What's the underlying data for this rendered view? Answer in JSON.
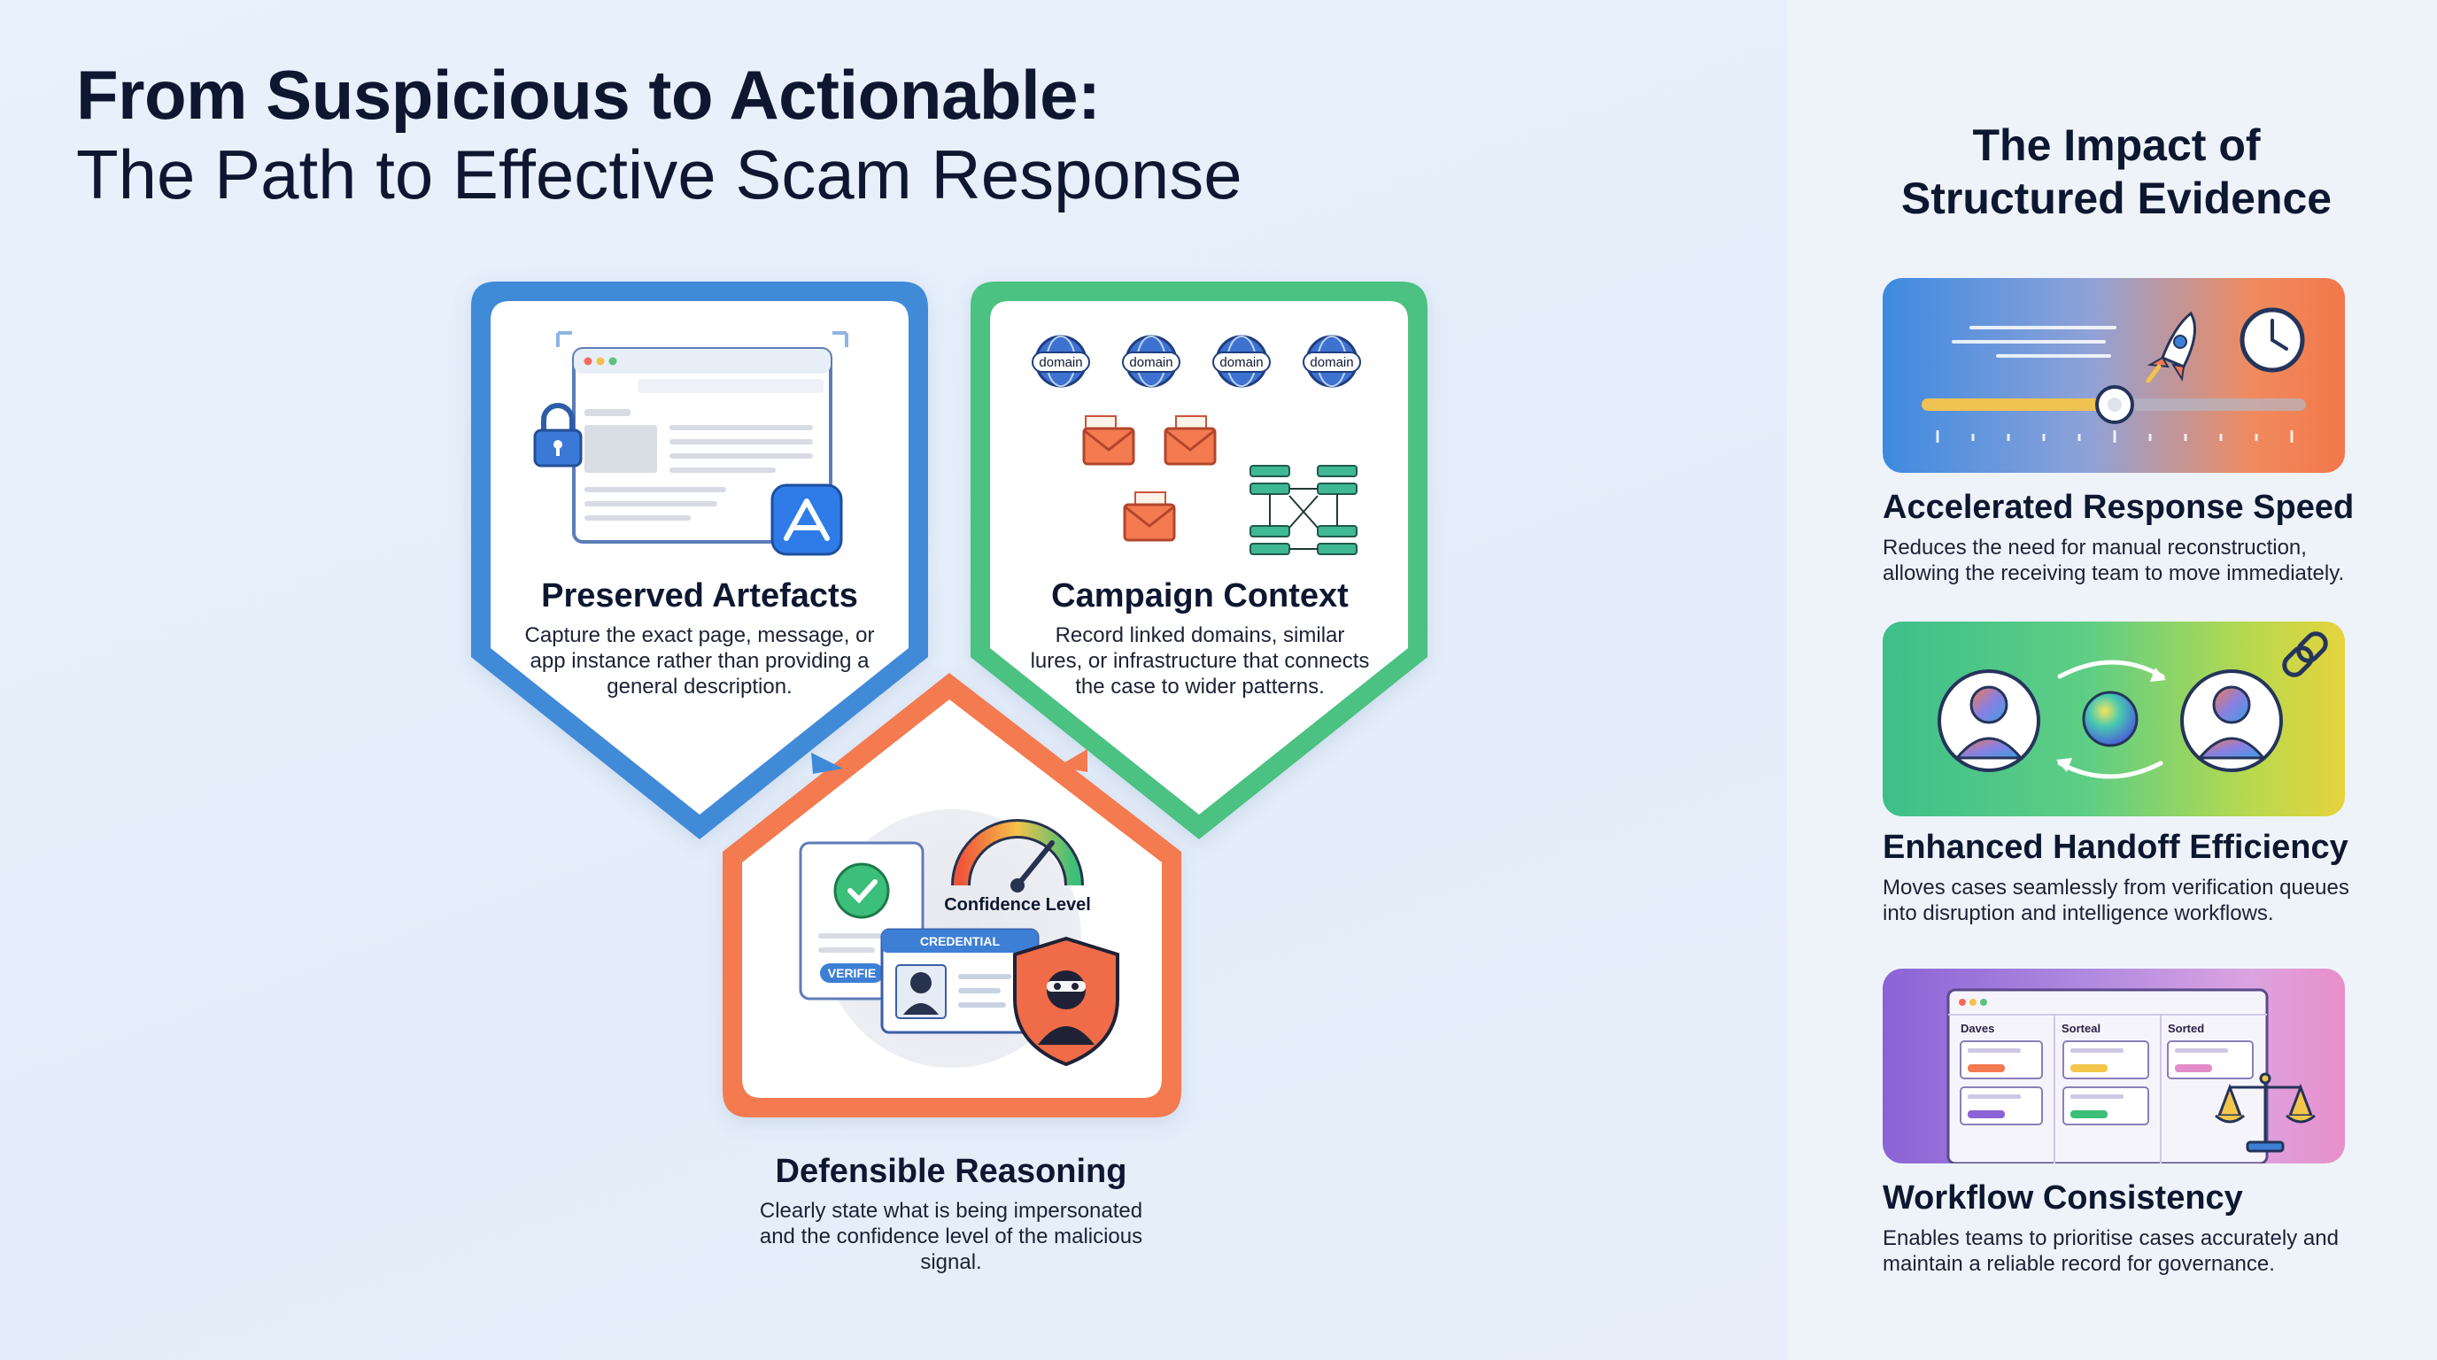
{
  "header": {
    "title_line1": "From Suspicious to Actionable:",
    "title_line2": "The Path to Effective Scam Response"
  },
  "cards": {
    "preserved": {
      "title": "Preserved Artefacts",
      "description": "Capture the exact page, message, or app instance rather than providing a general description."
    },
    "campaign": {
      "title": "Campaign Context",
      "description": "Record linked domains, similar lures, or infrastructure that connects the case to wider patterns.",
      "domain_label": "domain"
    },
    "defensible": {
      "title": "Defensible Reasoning",
      "description": "Clearly state what is being impersonated and the confidence level of the malicious signal.",
      "gauge_label": "Confidence Level",
      "credential_label": "CREDENTIAL",
      "verified_label": "VERIFIE"
    }
  },
  "impact_panel": {
    "title_line1": "The Impact of",
    "title_line2": "Structured Evidence",
    "items": [
      {
        "title": "Accelerated Response Speed",
        "description": "Reduces the need for manual reconstruction, allowing the receiving team to move immediately."
      },
      {
        "title": "Enhanced Handoff Efficiency",
        "description": "Moves cases seamlessly from verification queues into disruption and intelligence workflows."
      },
      {
        "title": "Workflow Consistency",
        "description": "Enables teams to prioritise cases accurately and maintain a reliable record for governance.",
        "board_columns": [
          "Daves",
          "Sorteal",
          "Sorted"
        ]
      }
    ]
  },
  "colors": {
    "blue": "#3f8ad8",
    "green": "#4cc182",
    "orange": "#f47a4f",
    "navy": "#0d1730"
  }
}
